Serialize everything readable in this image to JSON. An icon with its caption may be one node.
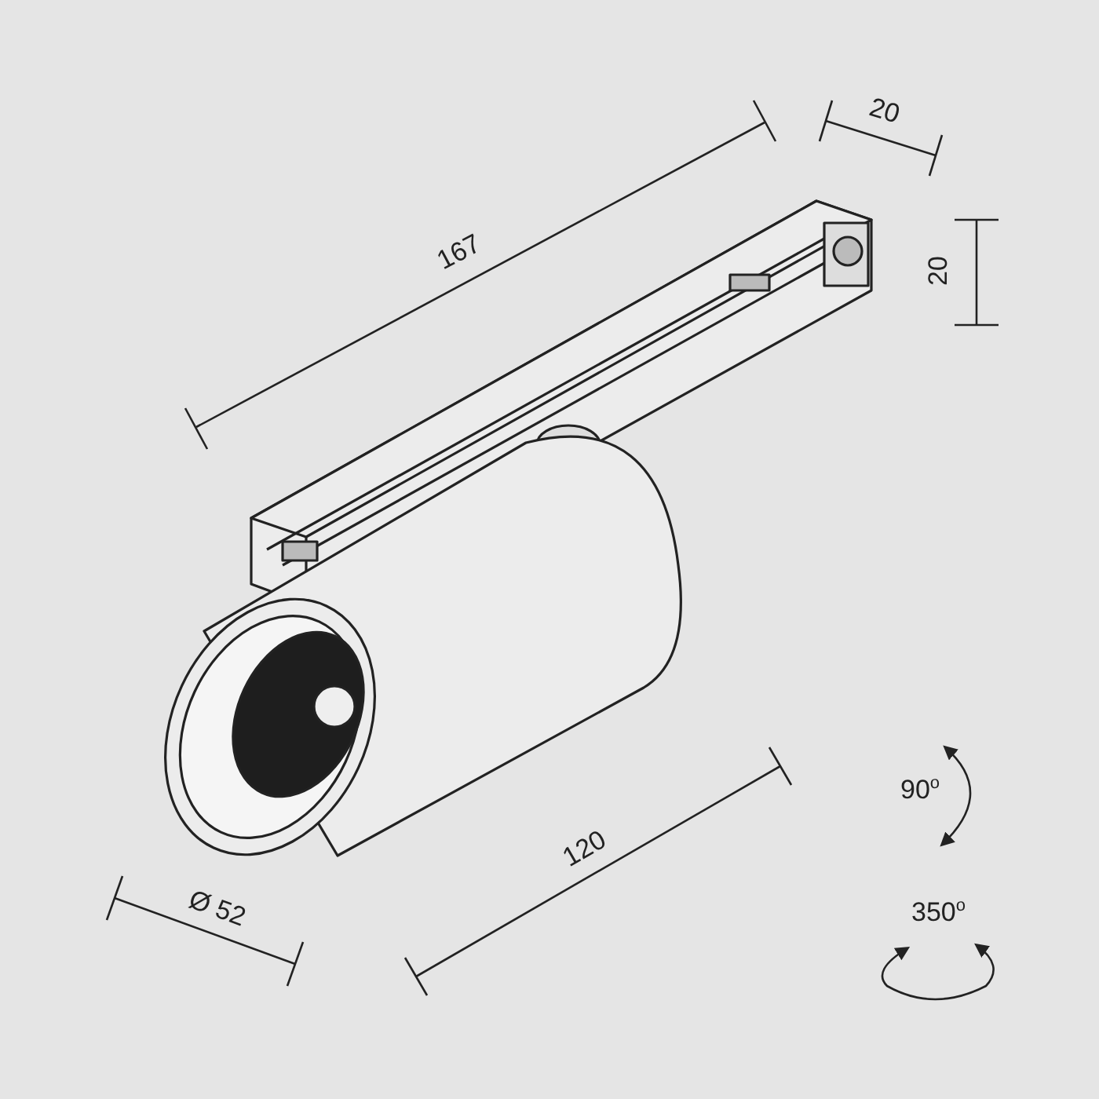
{
  "diagram": {
    "labels": [
      "167",
      "20",
      "20",
      "120",
      "Ø 52",
      "90$^{o}$",
      "350$^{o}$"
    ]
  }
}
